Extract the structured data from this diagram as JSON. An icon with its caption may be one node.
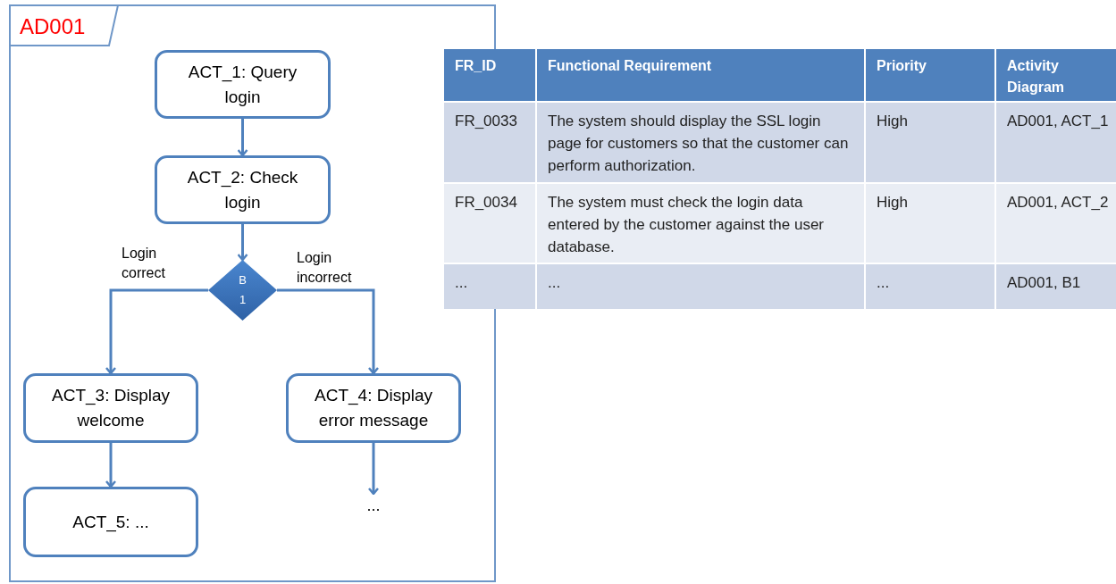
{
  "diagram": {
    "nodes": [
      {
        "text": [
          "AD001"
        ]
      },
      {
        "text": [
          "ACT_1: Query login"
        ],
        "in": 0
      },
      {
        "text": [
          "ACT_2: Check login"
        ],
        "in": 0
      },
      {
        "text": [
          "B 1"
        ],
        "in": 0
      },
      {
        "text": [
          "ACT_3: Display welcome"
        ],
        "in": 0
      },
      {
        "text": [
          "ACT_4: Display error message"
        ],
        "in": 0
      },
      {
        "text": [
          "ACT_5: ..."
        ],
        "in": 0
      },
      {
        "text": [
          "..."
        ],
        "in": 0
      }
    ],
    "edges": [
      {
        "from": 1,
        "to": 2,
        "arrow": "to"
      },
      {
        "from": 2,
        "to": 3,
        "arrow": "to"
      },
      {
        "from": 3,
        "to": 4,
        "arrow": "to",
        "label": "Login correct"
      },
      {
        "from": 3,
        "to": 5,
        "arrow": "to",
        "label": "Login incorrect"
      },
      {
        "from": 4,
        "to": 6,
        "arrow": "to"
      },
      {
        "from": 5,
        "to": 7,
        "arrow": "to"
      }
    ],
    "labels": [
      "FR_ID",
      "Functional Requirement",
      "Priority",
      "Activity Diagram",
      "FR_0033",
      "The system should display the SSL login page for customers so that the customer can perform authorization.",
      "High",
      "AD001, ACT_1",
      "FR_0034",
      "The system must check the login data entered by the customer against the user database.",
      "High",
      "AD001, ACT_2",
      "...",
      "...",
      "...",
      "AD001, B1"
    ]
  }
}
